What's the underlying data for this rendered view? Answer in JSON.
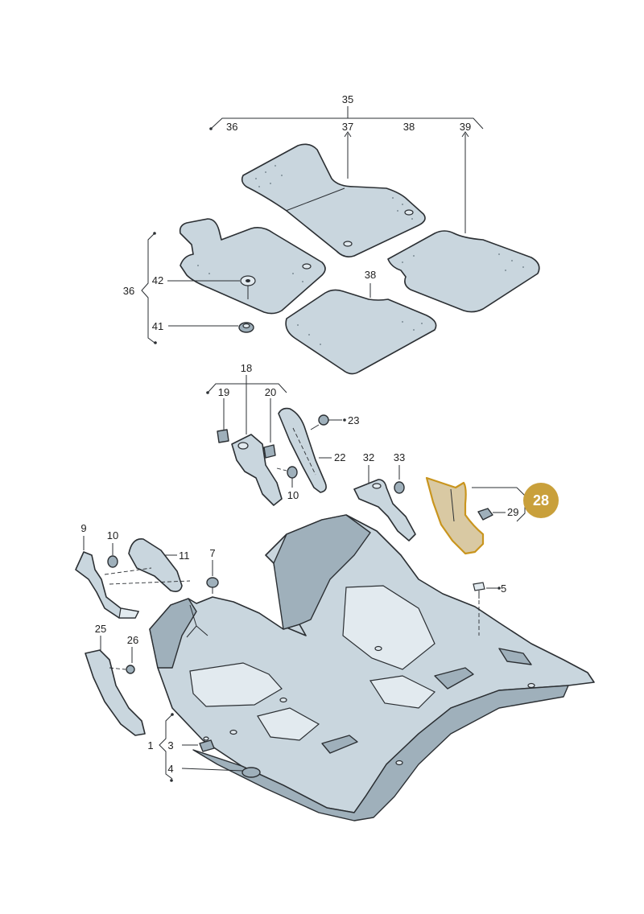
{
  "labels": {
    "l1": "1",
    "l3": "3",
    "l4": "4",
    "l5": "5",
    "l7": "7",
    "l9": "9",
    "l10a": "10",
    "l10b": "10",
    "l11": "11",
    "l18": "18",
    "l19": "19",
    "l20": "20",
    "l22": "22",
    "l23": "23",
    "l25": "25",
    "l26": "26",
    "l29": "29",
    "l32": "32",
    "l33": "33",
    "l35": "35",
    "l36a": "36",
    "l36b": "36",
    "l37": "37",
    "l38a": "38",
    "l38b": "38",
    "l39": "39",
    "l41": "41",
    "l42": "42"
  },
  "highlight": {
    "number": "28",
    "color": "#c9a03b"
  },
  "colors": {
    "part_fill": "#c9d6de",
    "outline": "#2b2f33",
    "highlight_outline": "#c9951e"
  }
}
